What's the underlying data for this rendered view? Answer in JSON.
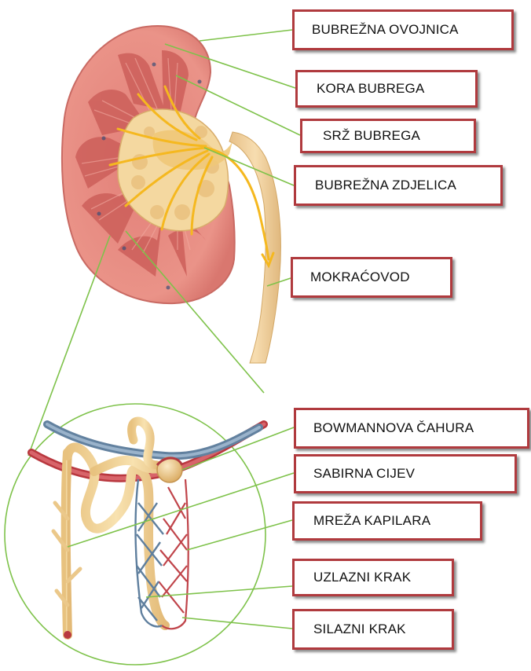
{
  "labels": [
    {
      "id": "renal-capsule",
      "text": "BUBREŽNA OVOJNICA"
    },
    {
      "id": "renal-cortex",
      "text": "KORA BUBREGA"
    },
    {
      "id": "renal-medulla",
      "text": "SRŽ BUBREGA"
    },
    {
      "id": "renal-pelvis",
      "text": "BUBREŽNA ZDJELICA"
    },
    {
      "id": "ureter",
      "text": "MOKRAĆOVOD"
    },
    {
      "id": "bowman-capsule",
      "text": "BOWMANNOVA ČAHURA"
    },
    {
      "id": "collecting-duct",
      "text": "SABIRNA CIJEV"
    },
    {
      "id": "capillary-network",
      "text": "MREŽA KAPILARA"
    },
    {
      "id": "ascending-limb",
      "text": "UZLAZNI KRAK"
    },
    {
      "id": "descending-limb",
      "text": "SILAZNI KRAK"
    }
  ],
  "colors": {
    "label_border": "#b03a3e",
    "leader_line": "#7ec24a",
    "kidney_cortex": "#e98f85",
    "kidney_medulla": "#d6655f",
    "pelvis": "#f5d9a6",
    "ureter": "#f0cf98",
    "urine_arrow": "#f5b81f",
    "artery": "#c0444a",
    "vein": "#6f8fae",
    "tubule": "#efd18f"
  }
}
